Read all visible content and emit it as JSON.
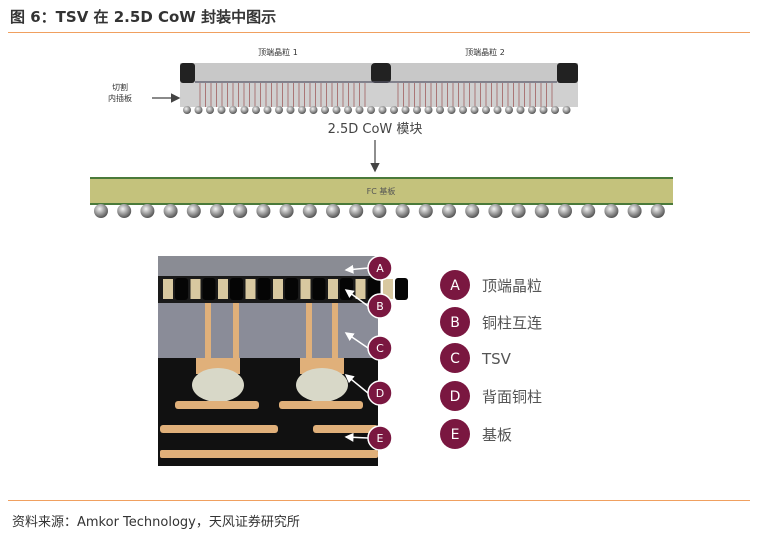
{
  "title": "图 6：TSV 在 2.5D CoW 封装中图示",
  "diagram": {
    "chip1_label": "顶端晶粒 1",
    "chip2_label": "顶端晶粒 2",
    "interposer_label_line1": "切割",
    "interposer_label_line2": "内插板",
    "module_label": "2.5D CoW 模块",
    "substrate_label": "FC 基板"
  },
  "callouts": [
    "A",
    "B",
    "C",
    "D",
    "E"
  ],
  "legend": [
    {
      "letter": "A",
      "label": "顶端晶粒"
    },
    {
      "letter": "B",
      "label": "铜柱互连"
    },
    {
      "letter": "C",
      "label": "TSV"
    },
    {
      "letter": "D",
      "label": "背面铜柱"
    },
    {
      "letter": "E",
      "label": "基板"
    }
  ],
  "colors": {
    "accent": "#f0a060",
    "badge": "#7a1740",
    "copper": "#e8b98a",
    "substrate": "#c4c27c"
  },
  "source": "资料来源：Amkor Technology，天风证券研究所"
}
